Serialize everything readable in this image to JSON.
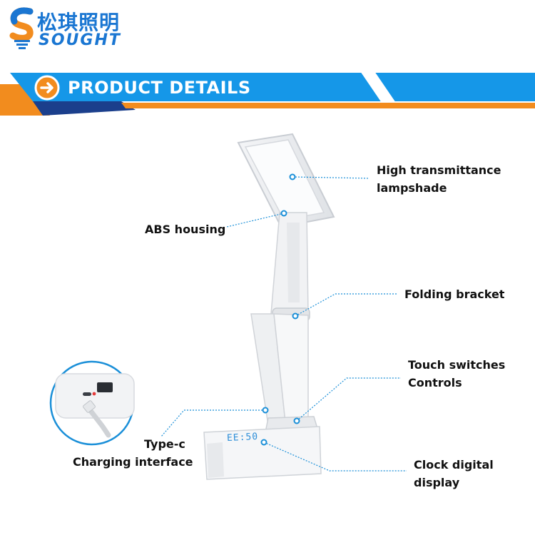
{
  "brand": {
    "name_cn": "松琪照明",
    "name_en": "SOUGHT"
  },
  "banner": {
    "title": "PRODUCT DETAILS",
    "icon": "arrow-right-icon",
    "colors": {
      "blue": "#1597e8",
      "orange": "#f28c1e",
      "navy": "#1b3f8c"
    }
  },
  "callouts": {
    "lampshade": {
      "line1": "High transmittance",
      "line2": "lampshade"
    },
    "housing": {
      "text": "ABS housing"
    },
    "bracket": {
      "text": "Folding bracket"
    },
    "touch": {
      "line1": "Touch switches",
      "line2": "Controls"
    },
    "typec": {
      "line1": "Type-c",
      "line2": "Charging interface"
    },
    "clock": {
      "line1": "Clock digital",
      "line2": "display"
    }
  },
  "product": {
    "clock_reading": "EE:50",
    "callout_color": "#1a8fd8"
  }
}
